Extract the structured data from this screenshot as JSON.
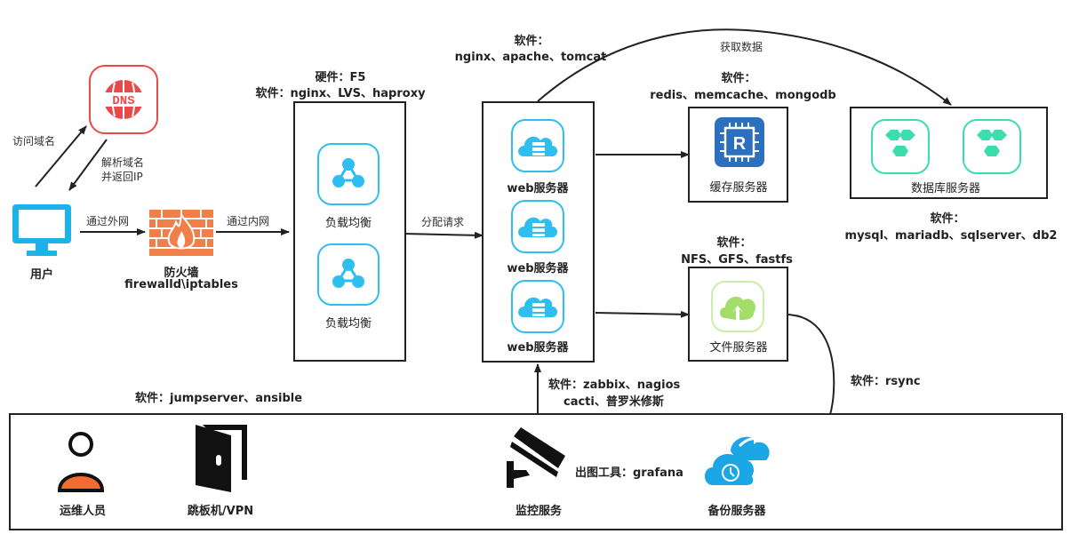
{
  "colors": {
    "dns": "#e84a4a",
    "user_monitor": "#1bb3e8",
    "firewall": "#f07f4a",
    "lb": "#2fbef0",
    "web": "#2fbef0",
    "redis": "#2c6fbf",
    "db": "#3ddcae",
    "file": "#a4de6a",
    "ops_person": "#f26c2f",
    "backup": "#1ba7e6",
    "line": "#222222"
  },
  "dns": {
    "icon": "dns-icon",
    "label": "DNS"
  },
  "user": {
    "icon": "monitor-icon",
    "label": "用户"
  },
  "edges": {
    "visit_domain": "访问域名",
    "resolve_line1": "解析域名",
    "resolve_line2": "并返回IP",
    "via_external": "通过外网",
    "via_internal": "通过内网",
    "dispatch": "分配请求",
    "fetch_data": "获取数据"
  },
  "firewall": {
    "icon": "firewall-icon",
    "title": "防火墙",
    "software": "firewalld\\iptables"
  },
  "load_balancer": {
    "hardware": "硬件：F5",
    "software": "软件：nginx、LVS、haproxy",
    "nodes": [
      {
        "label": "负载均衡"
      },
      {
        "label": "负载均衡"
      }
    ]
  },
  "web": {
    "software_title": "软件：",
    "software": "nginx、apache、tomcat",
    "nodes": [
      {
        "label": "web服务器"
      },
      {
        "label": "web服务器"
      },
      {
        "label": "web服务器"
      }
    ]
  },
  "cache": {
    "software_title": "软件：",
    "software": "redis、memcache、mongodb",
    "label": "缓存服务器"
  },
  "database": {
    "label": "数据库服务器",
    "software_title": "软件：",
    "software": "mysql、mariadb、sqlserver、db2"
  },
  "file_server": {
    "software_title": "软件：",
    "software": "NFS、GFS、fastfs",
    "label": "文件服务器"
  },
  "ops": {
    "software": "软件：jumpserver、ansible",
    "person_label": "运维人员",
    "jump_label": "跳板机/VPN",
    "monitor_label": "监控服务",
    "monitor_software_line1": "软件：zabbix、nagios",
    "monitor_software_line2": "cacti、普罗米修斯",
    "grafana": "出图工具：grafana",
    "backup_label": "备份服务器",
    "rsync": "软件：rsync"
  }
}
